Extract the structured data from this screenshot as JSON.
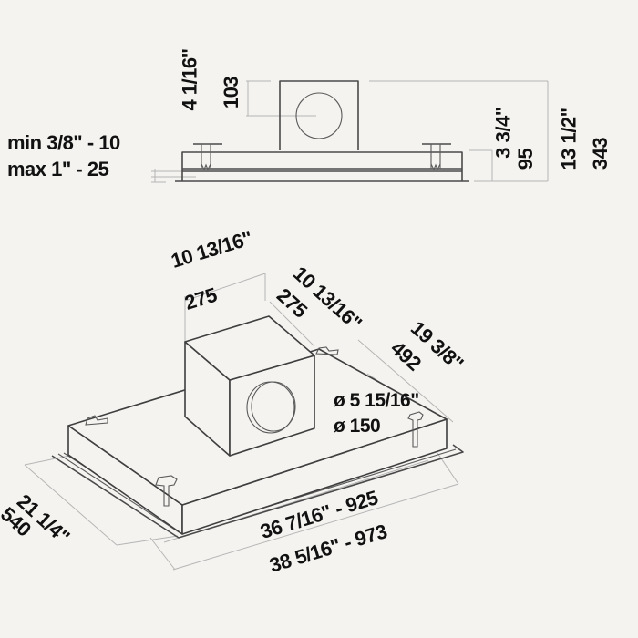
{
  "drawing": {
    "subject": "Built-in range hood insert dimension drawing",
    "line_color": "#4a4a4a",
    "dimension_line_color": "#b5b5b5",
    "background_color": "#f4f3f0",
    "text_color": "#111111"
  },
  "side_view": {
    "outlet_height_in": "4 1/16\"",
    "outlet_height_mm": "103",
    "flange_min": "min 3/8\" - 10",
    "flange_max": "max 1\" - 25",
    "body_height_in": "3 3/4\"",
    "body_height_mm": "95",
    "total_height_in": "13 1/2\"",
    "total_height_mm": "343"
  },
  "iso_view": {
    "box_width_in": "10 13/16\"",
    "box_width_mm": "275",
    "box_depth_in": "10 13/16\"",
    "box_depth_mm": "275",
    "depth_offset_in": "19 3/8\"",
    "depth_offset_mm": "492",
    "duct_diameter_in": "ø 5 15/16\"",
    "duct_diameter_mm": "ø 150",
    "body_depth_in": "21 1/4\"",
    "body_depth_mm": "540",
    "body_width": "36 7/16\" - 925",
    "frame_width": "38 5/16\" - 973"
  }
}
